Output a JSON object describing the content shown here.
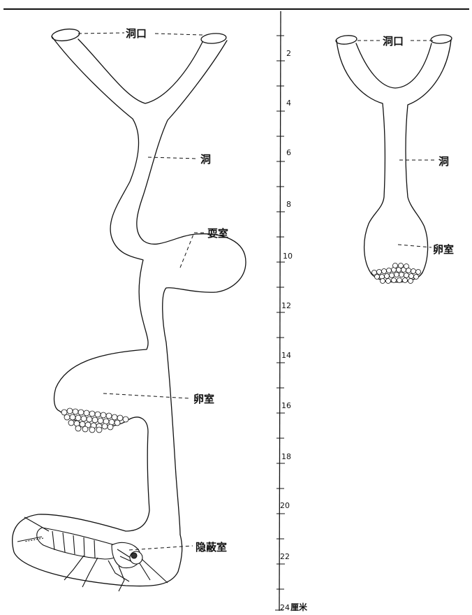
{
  "labels": {
    "entrance_left": "洞口",
    "tunnel_left": "洞",
    "mating_chamber": "耍室",
    "egg_chamber_left": "卵室",
    "hiding_chamber": "隐蔽室",
    "entrance_right": "洞口",
    "tunnel_right": "洞",
    "egg_chamber_right": "卵室"
  },
  "scale": {
    "ticks": [
      "2",
      "4",
      "6",
      "8",
      "10",
      "12",
      "14",
      "16",
      "18",
      "20",
      "22",
      "24"
    ],
    "unit": "厘米"
  },
  "icons": [
    "cricket-icon"
  ]
}
